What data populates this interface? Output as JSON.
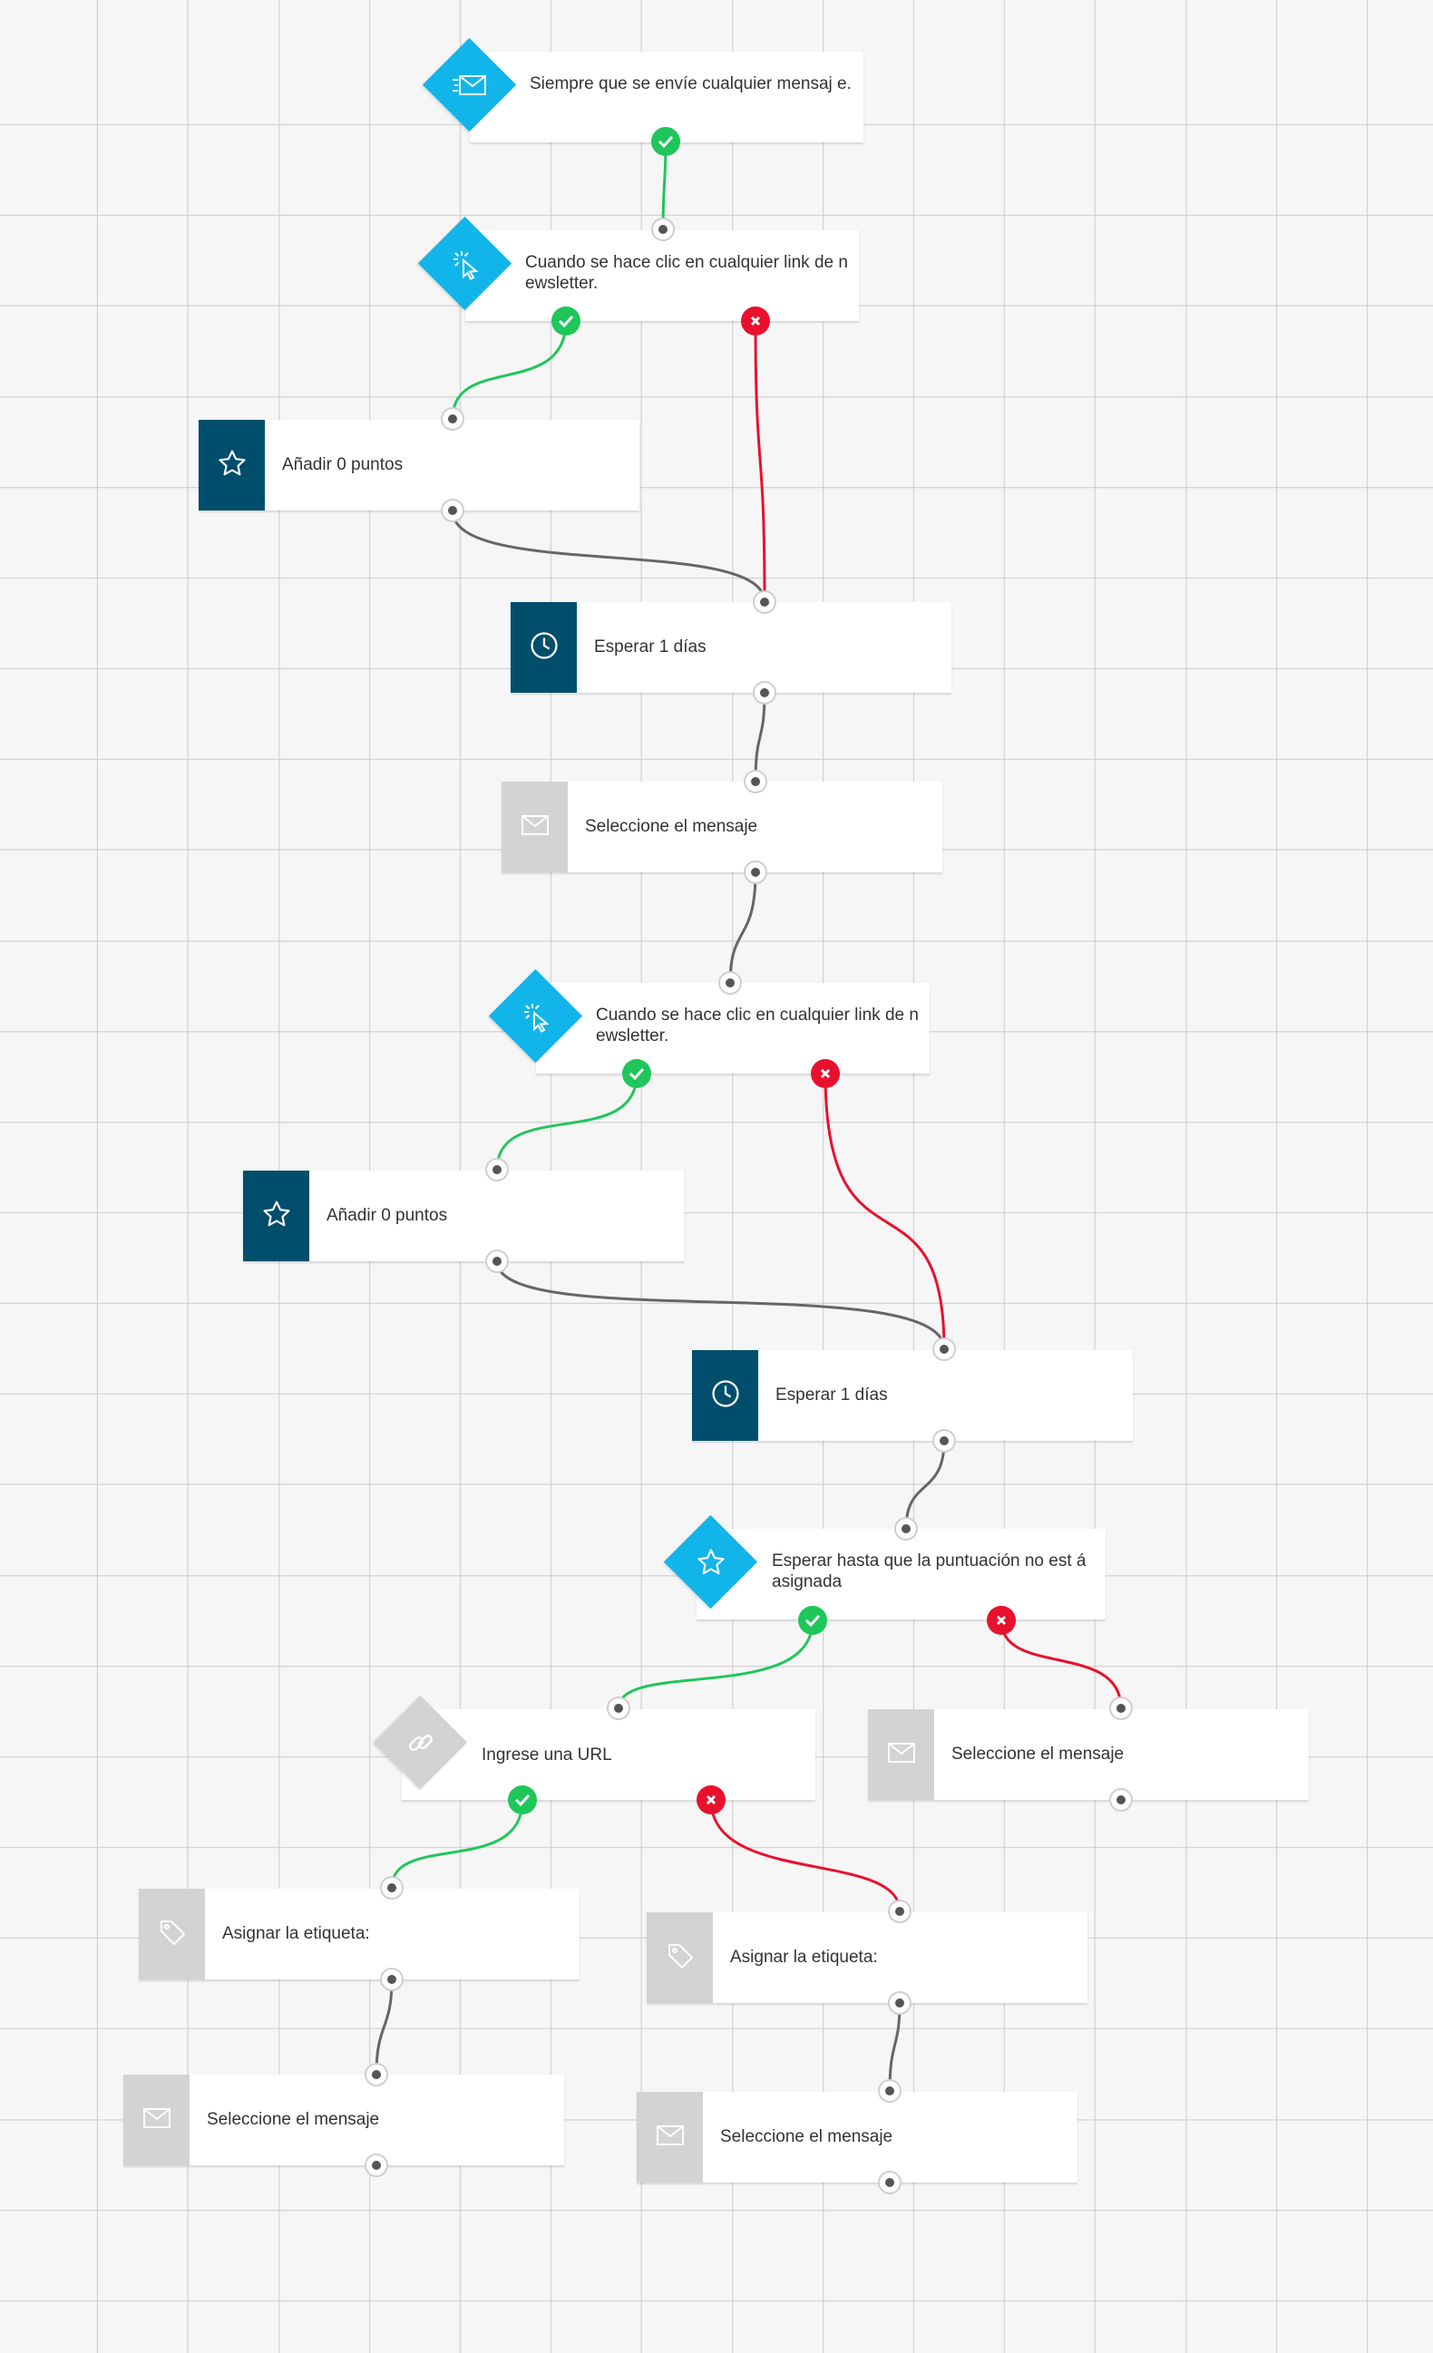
{
  "colors": {
    "trigger": "#12b5ea",
    "action_dark": "#004e6c",
    "action_disabled": "#d3d3d3",
    "yes_path": "#1fc65a",
    "no_path": "#e8112d",
    "default_path": "#666666"
  },
  "nodes": [
    {
      "id": "n1",
      "kind": "trigger",
      "icon": "send-mail-icon",
      "label": "Siempre que se envíe cualquier mensaj e."
    },
    {
      "id": "n2",
      "kind": "condition",
      "icon": "click-cursor-icon",
      "label": "Cuando se hace clic en cualquier link de newsletter."
    },
    {
      "id": "n3",
      "kind": "action",
      "icon": "star-icon",
      "label": "Añadir 0 puntos"
    },
    {
      "id": "n4",
      "kind": "action",
      "icon": "clock-icon",
      "label": "Esperar 1 días"
    },
    {
      "id": "n5",
      "kind": "action",
      "icon": "mail-icon",
      "label": "Seleccione el mensaje"
    },
    {
      "id": "n6",
      "kind": "condition",
      "icon": "click-cursor-icon",
      "label": "Cuando se hace clic en cualquier link de newsletter."
    },
    {
      "id": "n7",
      "kind": "action",
      "icon": "star-icon",
      "label": "Añadir 0 puntos"
    },
    {
      "id": "n8",
      "kind": "action",
      "icon": "clock-icon",
      "label": "Esperar 1 días"
    },
    {
      "id": "n9",
      "kind": "condition",
      "icon": "star-icon",
      "label": "Esperar hasta que la puntuación no est á asignada"
    },
    {
      "id": "n10",
      "kind": "condition",
      "icon": "link-icon",
      "label": "Ingrese una URL"
    },
    {
      "id": "n11",
      "kind": "action",
      "icon": "mail-icon",
      "label": "Seleccione el mensaje"
    },
    {
      "id": "n12",
      "kind": "action",
      "icon": "tag-icon",
      "label": "Asignar la etiqueta:"
    },
    {
      "id": "n13",
      "kind": "action",
      "icon": "tag-icon",
      "label": "Asignar la etiqueta:"
    },
    {
      "id": "n14",
      "kind": "action",
      "icon": "mail-icon",
      "label": "Seleccione el mensaje"
    },
    {
      "id": "n15",
      "kind": "action",
      "icon": "mail-icon",
      "label": "Seleccione el mensaje"
    }
  ],
  "edges": [
    {
      "from": "n1",
      "to": "n2",
      "type": "yes"
    },
    {
      "from": "n2",
      "to": "n3",
      "type": "yes"
    },
    {
      "from": "n2",
      "to": "n4",
      "type": "no"
    },
    {
      "from": "n3",
      "to": "n4",
      "type": "default"
    },
    {
      "from": "n4",
      "to": "n5",
      "type": "default"
    },
    {
      "from": "n5",
      "to": "n6",
      "type": "default"
    },
    {
      "from": "n6",
      "to": "n7",
      "type": "yes"
    },
    {
      "from": "n6",
      "to": "n8",
      "type": "no"
    },
    {
      "from": "n7",
      "to": "n8",
      "type": "default"
    },
    {
      "from": "n8",
      "to": "n9",
      "type": "default"
    },
    {
      "from": "n9",
      "to": "n10",
      "type": "yes"
    },
    {
      "from": "n9",
      "to": "n11",
      "type": "no"
    },
    {
      "from": "n10",
      "to": "n12",
      "type": "yes"
    },
    {
      "from": "n10",
      "to": "n13",
      "type": "no"
    },
    {
      "from": "n12",
      "to": "n14",
      "type": "default"
    },
    {
      "from": "n13",
      "to": "n15",
      "type": "default"
    }
  ]
}
